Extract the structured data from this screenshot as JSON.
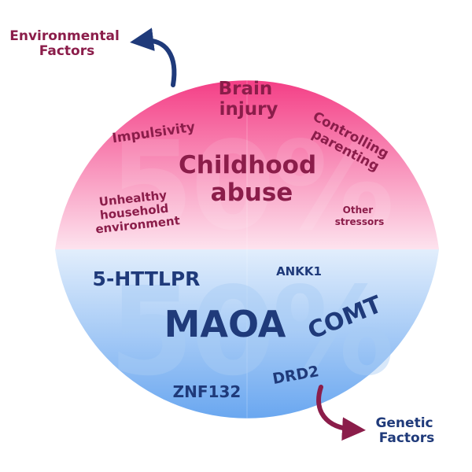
{
  "title_env": [
    "Environmental",
    "Factors"
  ],
  "title_gen": [
    "Genetic",
    "Factors"
  ],
  "percent_top": "50%",
  "percent_bottom": "50%",
  "environmental_items": {
    "brain_injury": [
      "Brain",
      "injury"
    ],
    "impulsivity": "Impulsivity",
    "controlling_parenting": [
      "Controlling",
      "parenting"
    ],
    "childhood_abuse": [
      "Childhood",
      "abuse"
    ],
    "unhealthy_household": [
      "Unhealthy",
      "household",
      "environment"
    ],
    "other_stressors": [
      "Other",
      "stressors"
    ]
  },
  "genetic_items": {
    "httlpr": "5-HTTLPR",
    "ankk1": "ANKK1",
    "maoa": "MAOA",
    "comt": "COMT",
    "drd2": "DRD2",
    "znf132": "ZNF132"
  },
  "colors": {
    "env_text": "#8b1d4a",
    "gen_text": "#1f3a7a",
    "env_fill_top": "#f43f86",
    "env_fill_bottom": "#fde3ee",
    "gen_fill_top": "#e2eefc",
    "gen_fill_bottom": "#6aa7f0",
    "arrow_env": "#1f3a7a",
    "arrow_gen": "#8b1d4a"
  }
}
